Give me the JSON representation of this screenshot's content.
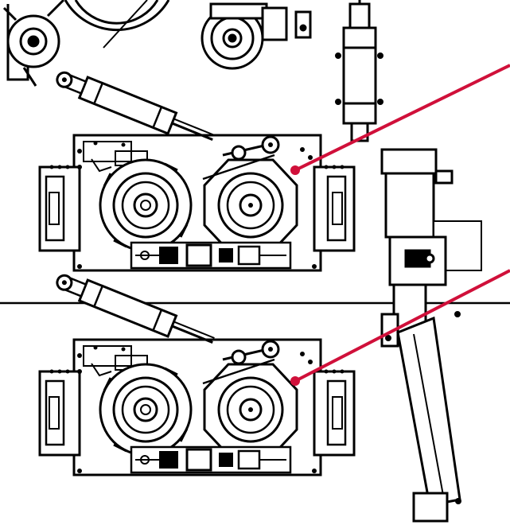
{
  "diagram": {
    "kind": "mechanical line drawing",
    "colors": {
      "line": "#000000",
      "background": "#ffffff",
      "callout": "#d0103a"
    },
    "assemblies": [
      {
        "id": "upper-roller-unit",
        "callout": true
      },
      {
        "id": "lower-roller-unit",
        "callout": true
      }
    ],
    "callouts": [
      {
        "target": "upper-roller-unit",
        "style": "leader-line-with-dot"
      },
      {
        "target": "lower-roller-unit",
        "style": "leader-line-with-dot"
      }
    ],
    "labels": []
  }
}
